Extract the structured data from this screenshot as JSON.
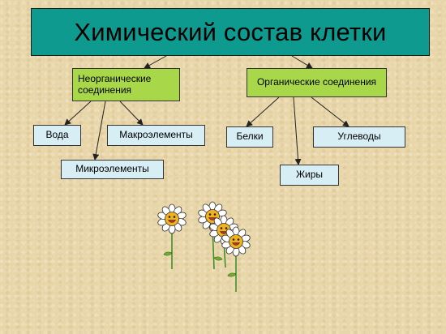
{
  "title": "Химический состав клетки",
  "categories": {
    "inorganic": "Неорганические соединения",
    "organic": "Органические соединения"
  },
  "inorganic_items": {
    "water": "Вода",
    "macro": "Макроэлементы",
    "micro": "Микроэлементы"
  },
  "organic_items": {
    "proteins": "Белки",
    "fats": "Жиры",
    "carbs": "Углеводы"
  },
  "colors": {
    "title_bg": "#0f9a8f",
    "category_bg": "#a8d84a",
    "item_bg": "#d6eef4",
    "background": "#e8d6a8"
  },
  "decoration": "smiling-flowers-clipart"
}
